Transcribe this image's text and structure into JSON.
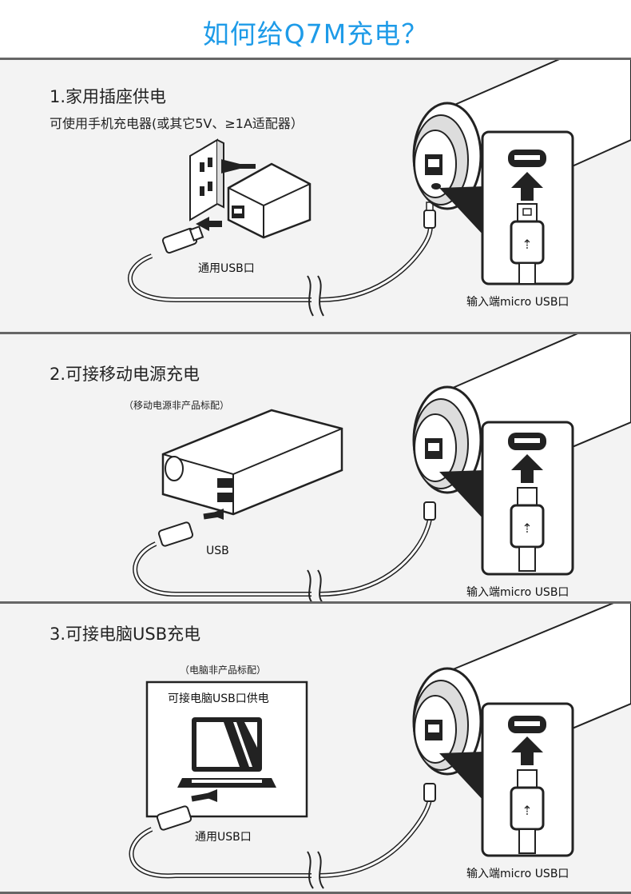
{
  "page_title": "如何给Q7M充电？",
  "sections": [
    {
      "heading": "1.家用插座供电",
      "subheading": "可使用手机充电器(或其它5V、≥1A适配器）",
      "cable_label": "通用USB口",
      "port_label": "输入端micro USB口"
    },
    {
      "heading": "2.可接移动电源充电",
      "note": "（移动电源非产品标配）",
      "cable_label": "USB",
      "port_label": "输入端micro USB口"
    },
    {
      "heading": "3.可接电脑USB充电",
      "note": "（电脑非产品标配）",
      "laptop_label": "可接电脑USB口供电",
      "cable_label": "通用USB口",
      "port_label": "输入端micro USB口"
    }
  ],
  "icons": [
    "wall-outlet-icon",
    "charger-icon",
    "power-bank-icon",
    "laptop-icon",
    "usb-plug-icon",
    "micro-usb-plug-icon",
    "micro-usb-port-icon",
    "arrow-up-icon",
    "flashlight-tail-icon"
  ],
  "colors": {
    "title": "#1e9be8",
    "divider": "#666666",
    "panel": "#f3f3f3"
  }
}
